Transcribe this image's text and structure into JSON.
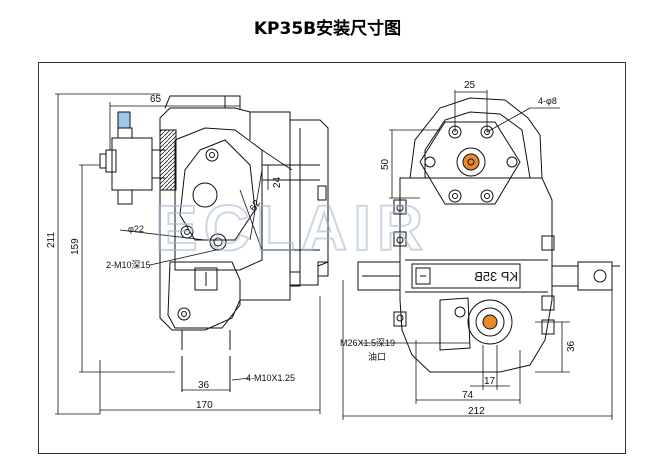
{
  "title": "KP35B安装尺寸图",
  "watermark": "ECLAIR",
  "plate_marking": "KP 35B",
  "left_view": {
    "dims": {
      "d65": "65",
      "d24": "24",
      "d62": "62",
      "phi22": "φ22",
      "m10x15": "2-M10深15",
      "h211": "211",
      "h159": "159",
      "w36": "36",
      "m10x125": "4-M10X1.25",
      "w170": "170"
    }
  },
  "right_view": {
    "dims": {
      "d25": "25",
      "phi8": "4-φ8",
      "h50": "50",
      "m26": "M26X1.5深19",
      "m26_sub": "油口",
      "h36": "36",
      "w17": "17",
      "w74": "74",
      "w212": "212"
    }
  }
}
